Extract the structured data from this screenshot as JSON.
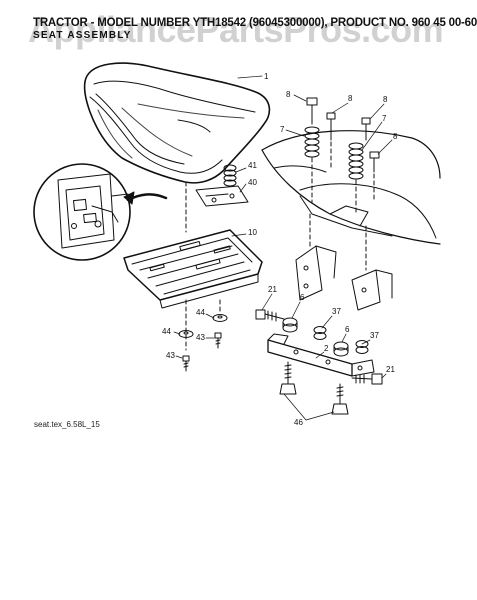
{
  "header": {
    "title": "TRACTOR - MODEL NUMBER YTH18542 (96045300000), PRODUCT NO. 960 45 00-60",
    "subtitle": "SEAT ASSEMBLY"
  },
  "watermark": "AppliancePartsPros.com",
  "footer_code": "seat.tex_6.58L_15",
  "callouts": [
    "1",
    "8",
    "8",
    "8",
    "7",
    "7",
    "8",
    "41",
    "40",
    "10",
    "21",
    "6",
    "37",
    "2",
    "37",
    "6",
    "21",
    "44",
    "44",
    "43",
    "43",
    "46"
  ]
}
